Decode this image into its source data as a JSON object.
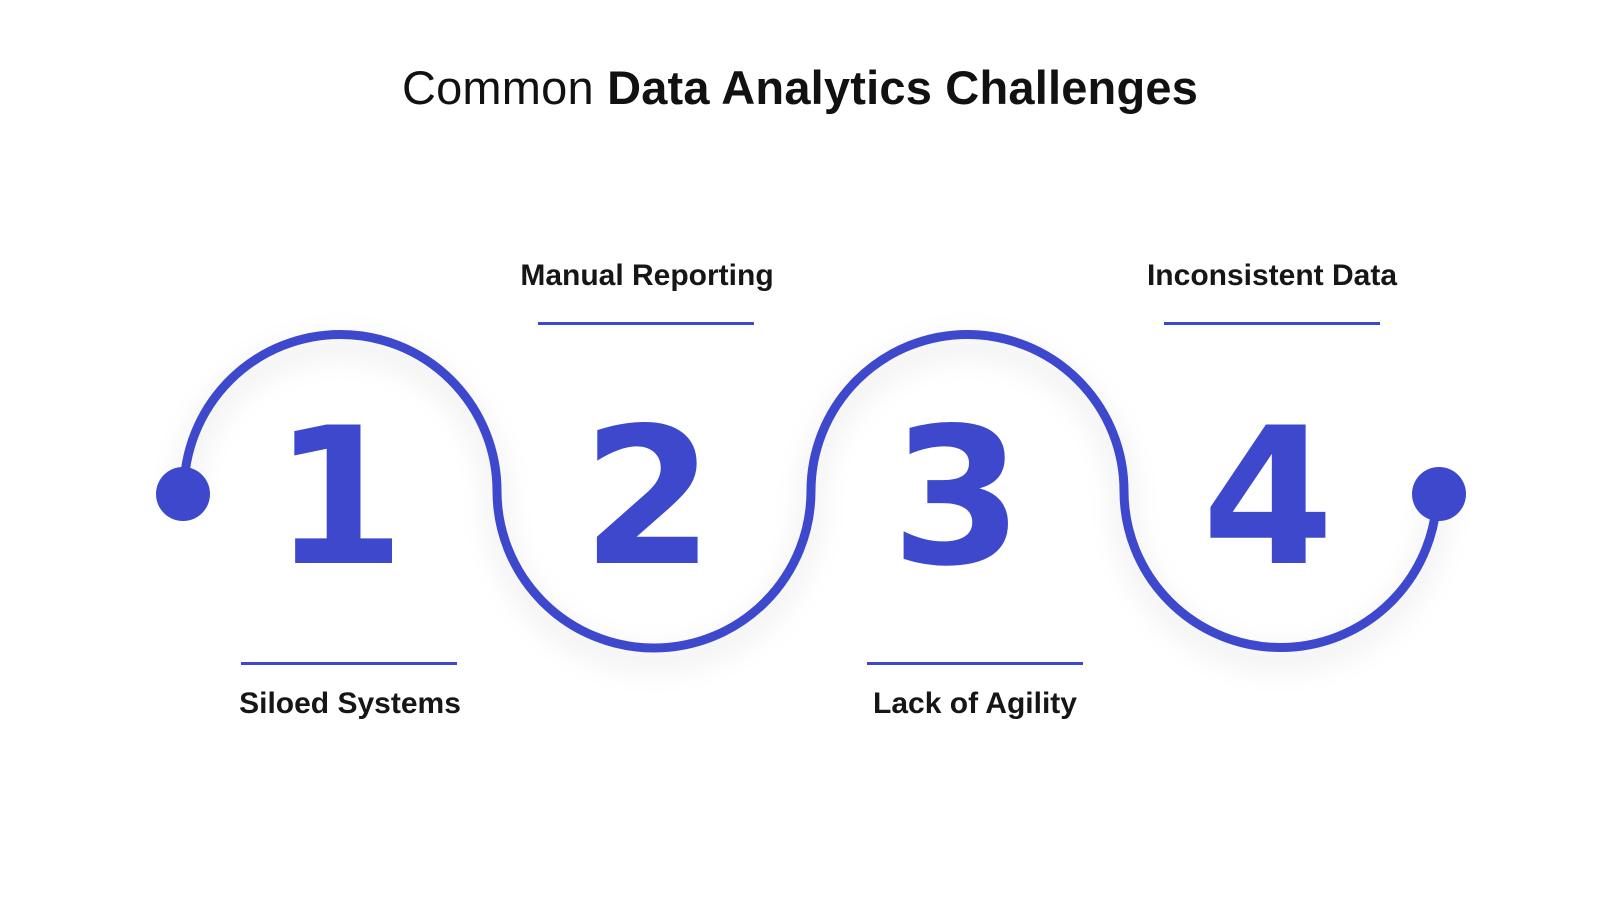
{
  "title": {
    "light": "Common",
    "bold": "Data Analytics Challenges"
  },
  "accent_color": "#3d48cc",
  "steps": [
    {
      "number": "1",
      "label": "Siloed Systems"
    },
    {
      "number": "2",
      "label": "Manual Reporting"
    },
    {
      "number": "3",
      "label": "Lack of Agility"
    },
    {
      "number": "4",
      "label": "Inconsistent Data"
    }
  ]
}
